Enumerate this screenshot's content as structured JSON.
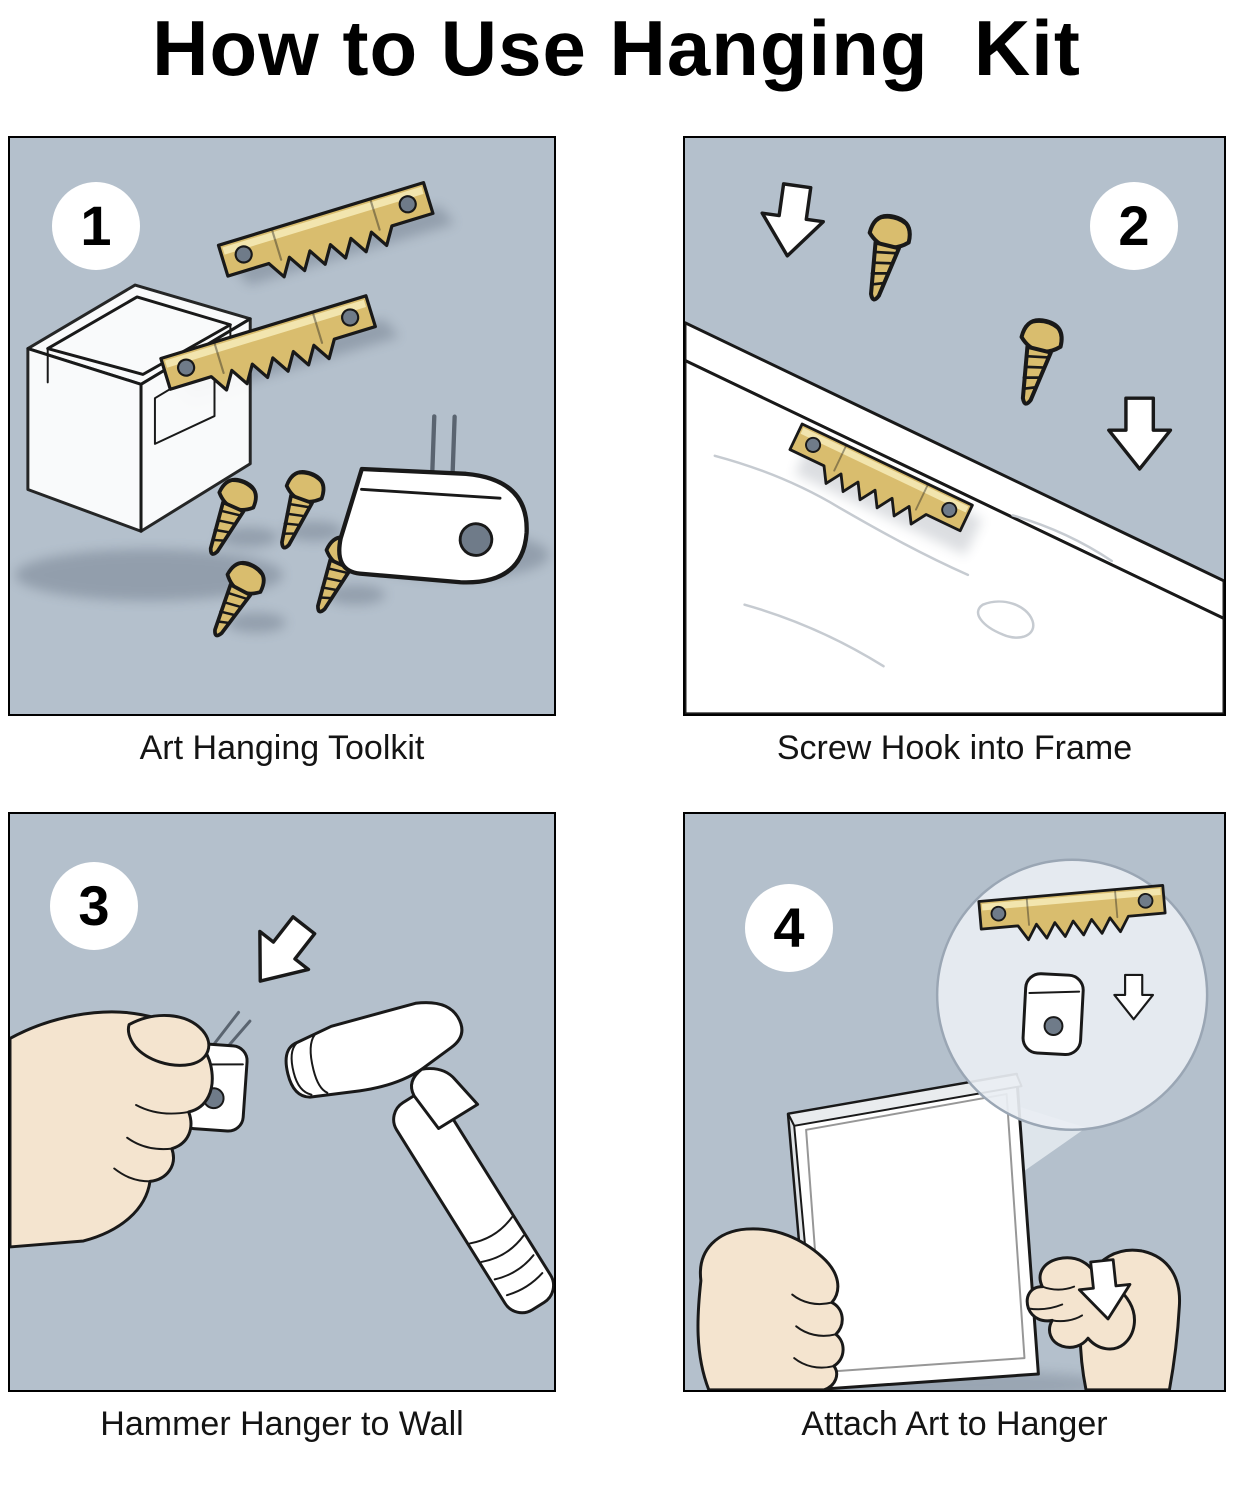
{
  "title": "How to Use Hanging  Kit",
  "colors": {
    "panel_bg": "#b4c0cc",
    "outline": "#191919",
    "brass": "#d9bd6e",
    "brass_highlight": "#f2e5ae",
    "hole": "#6f7b89",
    "skin": "#f4e4cf",
    "glass": "#e9eef3",
    "paper": "#ffffff"
  },
  "panels": [
    {
      "number": "1",
      "caption": "Art Hanging Toolkit"
    },
    {
      "number": "2",
      "caption": "Screw Hook into Frame"
    },
    {
      "number": "3",
      "caption": "Hammer Hanger to Wall"
    },
    {
      "number": "4",
      "caption": "Attach Art to Hanger"
    }
  ]
}
